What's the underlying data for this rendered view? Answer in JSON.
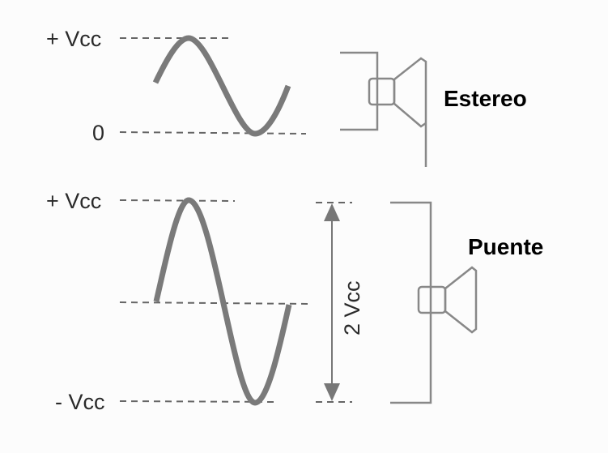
{
  "top_diagram": {
    "label_top": "+ Vcc",
    "label_bottom": "0",
    "title": "Estereo"
  },
  "bottom_diagram": {
    "label_top": "+ Vcc",
    "label_bottom": "- Vcc",
    "amplitude_label": "2 Vcc",
    "title": "Puente"
  }
}
